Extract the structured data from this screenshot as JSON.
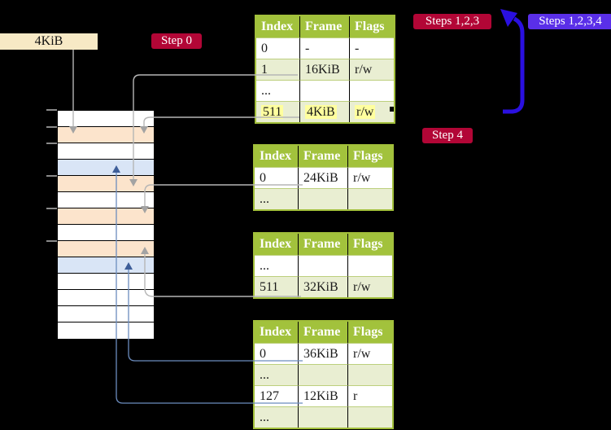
{
  "address_label": {
    "text": "4KiB"
  },
  "badges": {
    "step0": "Step 0",
    "steps123": "Steps 1,2,3",
    "steps1234": "Steps 1,2,3,4",
    "step4": "Step 4"
  },
  "colors": {
    "background": "#000000",
    "address_box": "#f7e9c5",
    "badge_red": "#b20636",
    "badge_purple": "#5a2fe8",
    "table_header_green": "#a2c23c",
    "table_border_green": "#a2bf3b",
    "table_row_shade_green": "#e9eed2",
    "highlight_yellow": "#ffff9e",
    "frame_pagetable_peach": "#fce4cc",
    "frame_data_blue": "#d9e5f6",
    "connector_gray": "#b6b6b6",
    "connector_blue": "#6b8cbe",
    "loop_arrow_blue": "#2a10e0"
  },
  "memory_stack": {
    "rows": [
      {
        "kind": "empty"
      },
      {
        "kind": "pagetable"
      },
      {
        "kind": "empty"
      },
      {
        "kind": "data"
      },
      {
        "kind": "pagetable"
      },
      {
        "kind": "empty"
      },
      {
        "kind": "pagetable"
      },
      {
        "kind": "empty"
      },
      {
        "kind": "pagetable"
      },
      {
        "kind": "data"
      },
      {
        "kind": "empty"
      },
      {
        "kind": "empty"
      },
      {
        "kind": "empty"
      },
      {
        "kind": "empty"
      }
    ]
  },
  "page_tables": [
    {
      "headers": [
        "Index",
        "Frame",
        "Flags"
      ],
      "rows": [
        {
          "index": "0",
          "frame": "-",
          "flags": "-"
        },
        {
          "index": "1",
          "frame": "16KiB",
          "flags": "r/w"
        },
        {
          "index": "...",
          "frame": "",
          "flags": ""
        },
        {
          "index": "511",
          "frame": "4KiB",
          "flags": "r/w"
        }
      ]
    },
    {
      "headers": [
        "Index",
        "Frame",
        "Flags"
      ],
      "rows": [
        {
          "index": "0",
          "frame": "24KiB",
          "flags": "r/w"
        },
        {
          "index": "...",
          "frame": "",
          "flags": ""
        }
      ]
    },
    {
      "headers": [
        "Index",
        "Frame",
        "Flags"
      ],
      "rows": [
        {
          "index": "...",
          "frame": "",
          "flags": ""
        },
        {
          "index": "511",
          "frame": "32KiB",
          "flags": "r/w"
        }
      ]
    },
    {
      "headers": [
        "Index",
        "Frame",
        "Flags"
      ],
      "rows": [
        {
          "index": "0",
          "frame": "36KiB",
          "flags": "r/w"
        },
        {
          "index": "...",
          "frame": "",
          "flags": ""
        },
        {
          "index": "127",
          "frame": "12KiB",
          "flags": "r"
        },
        {
          "index": "...",
          "frame": "",
          "flags": ""
        }
      ]
    }
  ],
  "connections": [
    {
      "from": "address-box-4kib",
      "to": "memory-row-2",
      "style": "gray-arrow"
    },
    {
      "from": "table-1-row-1-16kib",
      "to": "memory-row-5",
      "style": "gray-arrow"
    },
    {
      "from": "table-1-row-511-4kib",
      "to": "memory-row-2",
      "style": "gray-arrow"
    },
    {
      "from": "table-2-row-0-24kib",
      "to": "memory-row-7",
      "style": "gray-arrow"
    },
    {
      "from": "table-3-row-511-32kib",
      "to": "memory-row-9",
      "style": "gray-arrow"
    },
    {
      "from": "table-4-row-0-36kib",
      "to": "memory-row-10",
      "style": "blue-arrow"
    },
    {
      "from": "table-4-row-127-12kib",
      "to": "memory-row-4",
      "style": "blue-arrow"
    },
    {
      "from": "table-1-row-511",
      "to": "table-1-top",
      "style": "thick-blue-loop"
    }
  ]
}
